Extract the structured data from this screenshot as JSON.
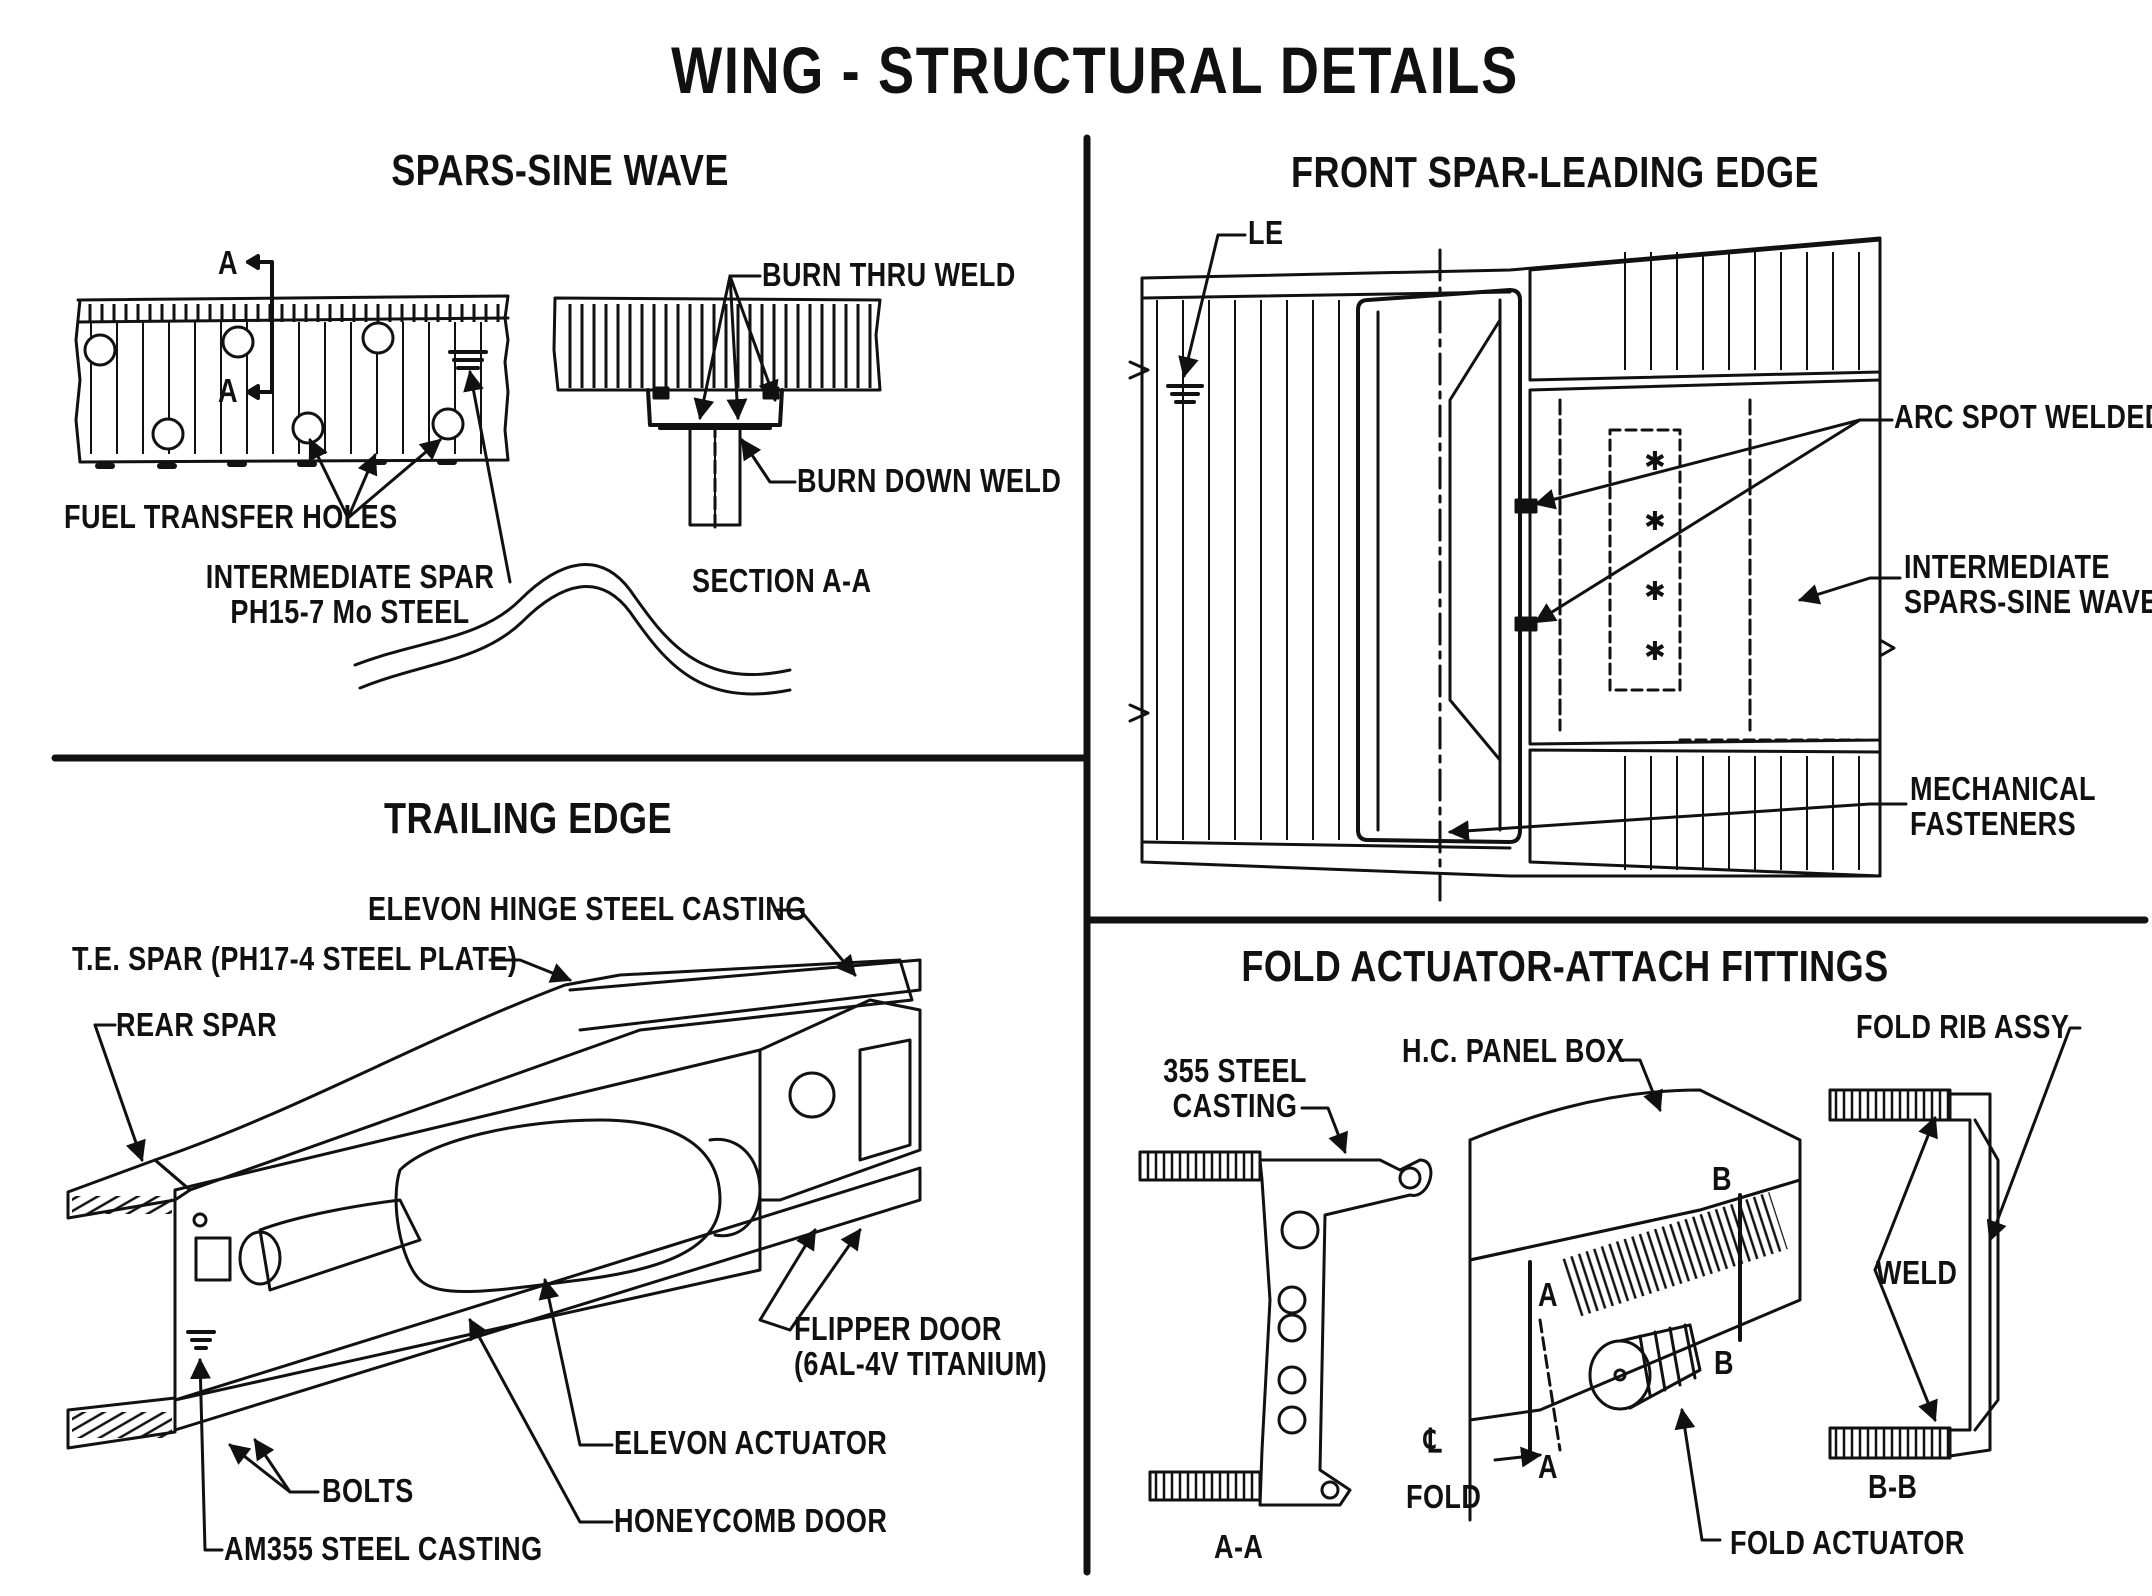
{
  "title": "WING - STRUCTURAL DETAILS",
  "panels": {
    "spars": {
      "heading": "SPARS-SINE WAVE",
      "labels": {
        "section_marker_top": "A",
        "section_marker_bottom": "A",
        "fuel_holes": "FUEL TRANSFER HOLES",
        "intermediate_spar": "INTERMEDIATE SPAR\nPH15-7 Mo STEEL",
        "burn_thru": "BURN THRU WELD",
        "burn_down": "BURN DOWN WELD",
        "section": "SECTION A-A"
      }
    },
    "front_spar": {
      "heading": "FRONT SPAR-LEADING EDGE",
      "labels": {
        "le": "LE",
        "arc_spot": "ARC SPOT WELDED",
        "intermediate_spars": "INTERMEDIATE\nSPARS-SINE WAVE",
        "mech_fasteners": "MECHANICAL\nFASTENERS"
      }
    },
    "trailing": {
      "heading": "TRAILING EDGE",
      "labels": {
        "elevon_hinge": "ELEVON HINGE STEEL CASTING",
        "te_spar": "T.E. SPAR (PH17-4 STEEL PLATE)",
        "rear_spar": "REAR SPAR",
        "flipper_door": "FLIPPER DOOR\n(6AL-4V TITANIUM)",
        "elevon_actuator": "ELEVON ACTUATOR",
        "honeycomb": "HONEYCOMB DOOR",
        "bolts": "BOLTS",
        "am355": "AM355 STEEL CASTING"
      }
    },
    "fold": {
      "heading": "FOLD ACTUATOR-ATTACH FITTINGS",
      "labels": {
        "steel_casting": "355 STEEL\nCASTING",
        "hc_panel": "H.C. PANEL BOX",
        "fold_rib": "FOLD RIB ASSY",
        "weld": "WELD",
        "b_top": "B",
        "b_bottom": "B",
        "a_top": "A",
        "a_bottom": "A",
        "cl_symbol": "℄",
        "fold": "FOLD",
        "fold_actuator": "FOLD ACTUATOR",
        "aa": "A-A",
        "bb": "B-B"
      }
    }
  }
}
